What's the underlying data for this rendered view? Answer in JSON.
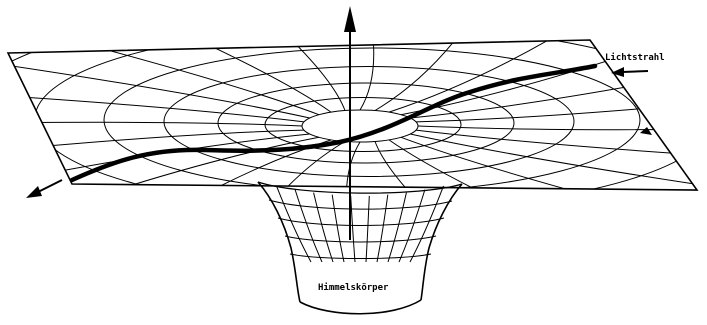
{
  "diagram": {
    "labels": {
      "light_ray": "Lichtstrahl",
      "celestial_body": "Himmelskörper"
    },
    "colors": {
      "line": "#000000",
      "background": "#ffffff"
    },
    "grid": {
      "rings": 7,
      "radial_lines": 24
    }
  }
}
